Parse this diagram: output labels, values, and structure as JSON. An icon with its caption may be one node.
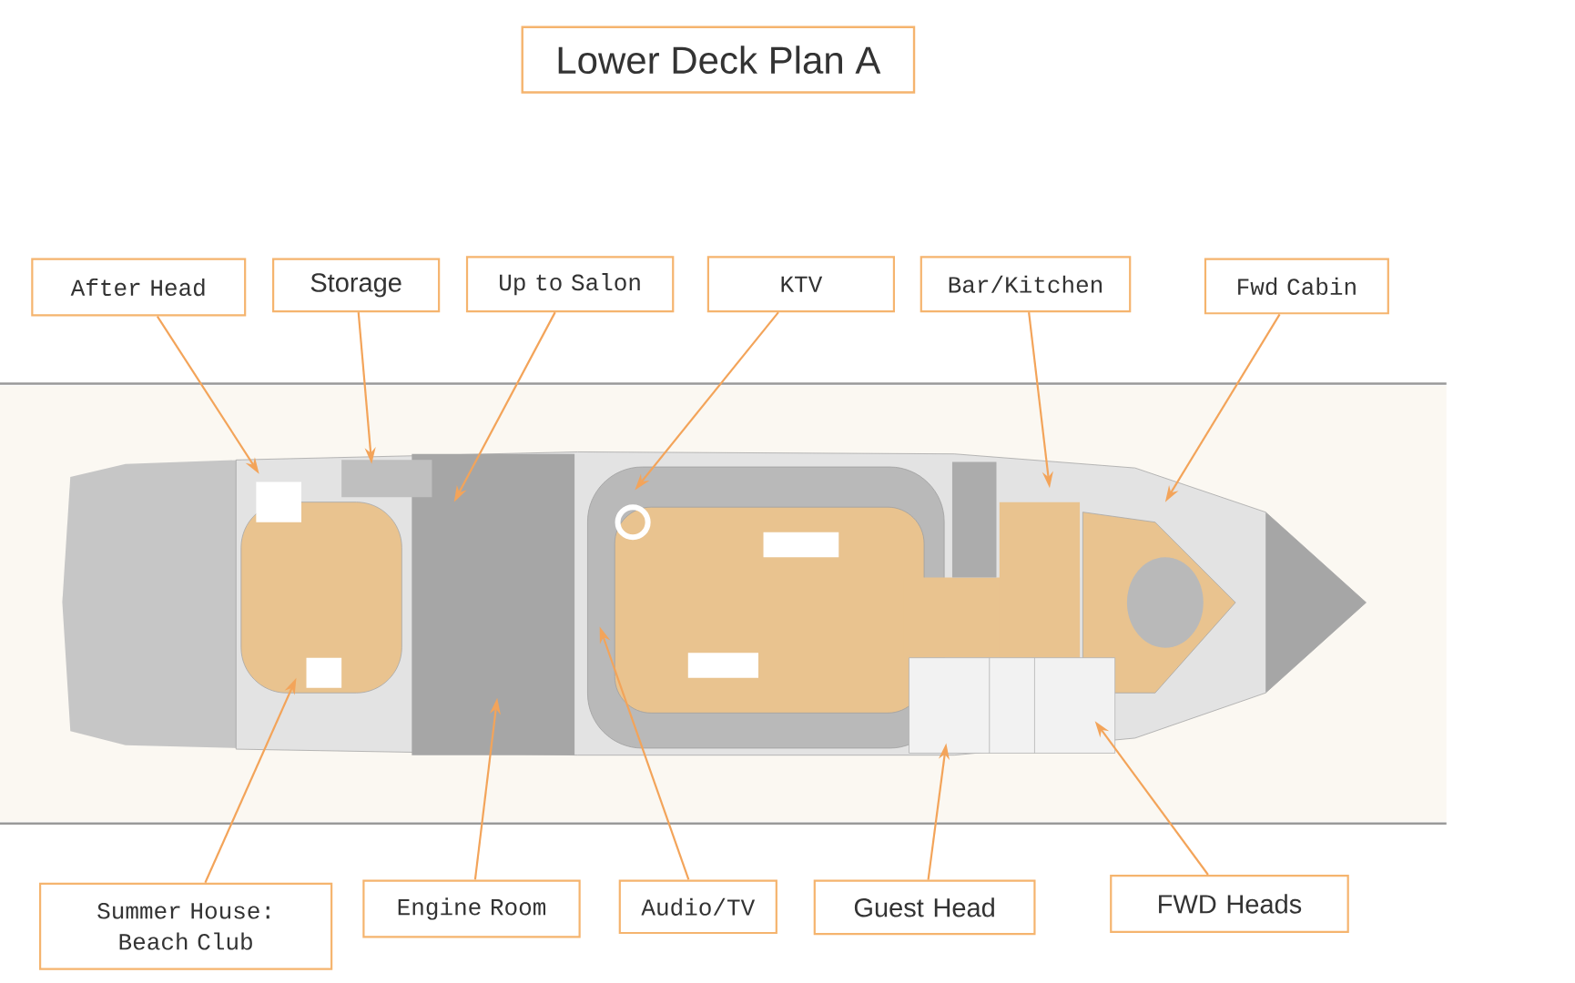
{
  "diagram": {
    "title": "Lower Deck Plan A",
    "nodes": [
      {
        "text": [
          "After Head"
        ]
      },
      {
        "text": [
          "Storage"
        ]
      },
      {
        "text": [
          "Up to Salon"
        ]
      },
      {
        "text": [
          "KTV"
        ]
      },
      {
        "text": [
          "Bar/Kitchen"
        ]
      },
      {
        "text": [
          "Fwd Cabin"
        ]
      },
      {
        "text": [
          "Summer House: Beach Club"
        ]
      },
      {
        "text": [
          "Engine Room"
        ]
      },
      {
        "text": [
          "Audio/TV"
        ]
      },
      {
        "text": [
          "Guest Head"
        ]
      },
      {
        "text": [
          "FWD Heads"
        ]
      }
    ],
    "edges": [
      {
        "from": 0,
        "to": null,
        "arrow": "to"
      },
      {
        "from": 1,
        "to": null,
        "arrow": "to"
      },
      {
        "from": 2,
        "to": null,
        "arrow": "to"
      },
      {
        "from": 3,
        "to": null,
        "arrow": "to"
      },
      {
        "from": 4,
        "to": null,
        "arrow": "to"
      },
      {
        "from": 5,
        "to": null,
        "arrow": "to"
      },
      {
        "from": 6,
        "to": null,
        "arrow": "to"
      },
      {
        "from": 7,
        "to": null,
        "arrow": "to"
      },
      {
        "from": 8,
        "to": null,
        "arrow": "to"
      },
      {
        "from": 9,
        "to": null,
        "arrow": "to"
      },
      {
        "from": 10,
        "to": null,
        "arrow": "to"
      }
    ]
  }
}
